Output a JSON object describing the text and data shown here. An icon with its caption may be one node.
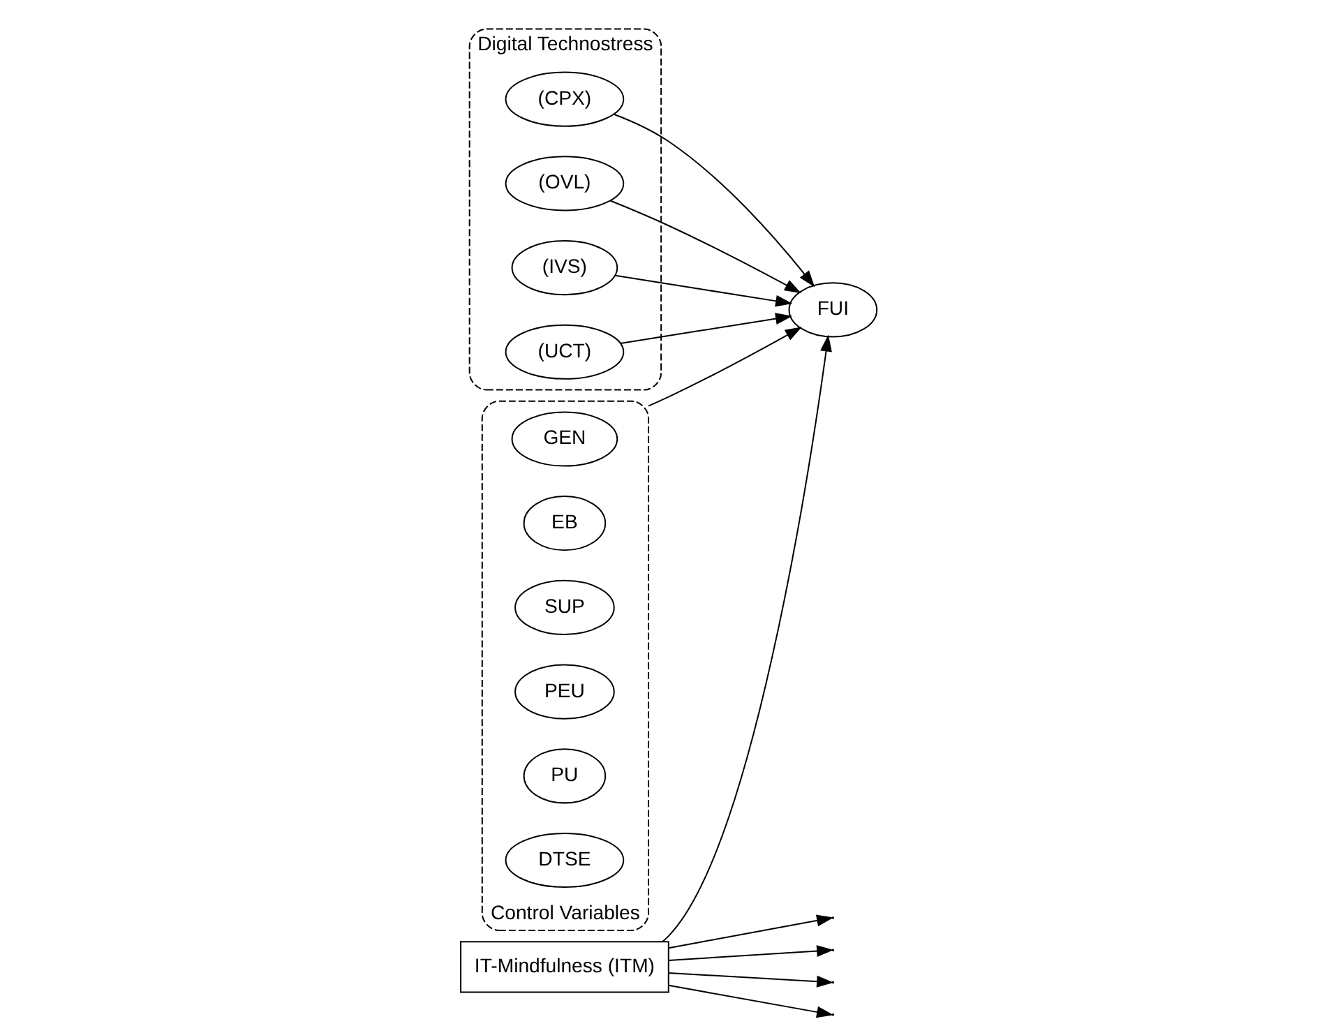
{
  "diagram": {
    "nodes": [
      {
        "text": [
          "IT-Mindfulness (ITM)"
        ]
      },
      {
        "text": [
          "Digital Technostress"
        ]
      },
      {
        "text": [
          "(CPX)"
        ],
        "in": 1
      },
      {
        "text": [
          "(OVL)"
        ],
        "in": 1
      },
      {
        "text": [
          "(IVS)"
        ],
        "in": 1
      },
      {
        "text": [
          "(UCT)"
        ],
        "in": 1
      },
      {
        "text": [
          "FUI"
        ]
      },
      {
        "text": [
          "Control Variables"
        ]
      },
      {
        "text": [
          "GEN"
        ],
        "in": 7
      },
      {
        "text": [
          "EB"
        ],
        "in": 7
      },
      {
        "text": [
          "SUP"
        ],
        "in": 7
      },
      {
        "text": [
          "PEU"
        ],
        "in": 7
      },
      {
        "text": [
          "PU"
        ],
        "in": 7
      },
      {
        "text": [
          "DTSE"
        ],
        "in": 7
      }
    ],
    "edges": [
      {
        "from": 2,
        "to": 6,
        "arrow": "to"
      },
      {
        "from": 3,
        "to": 6,
        "arrow": "to"
      },
      {
        "from": 4,
        "to": 6,
        "arrow": "to"
      },
      {
        "from": 5,
        "to": 6,
        "arrow": "to"
      },
      {
        "from": 0,
        "to": 6,
        "arrow": "to"
      },
      {
        "from": 0,
        "to": null,
        "arrow": "to"
      },
      {
        "from": 0,
        "to": null,
        "arrow": "to"
      },
      {
        "from": 0,
        "to": null,
        "arrow": "to"
      },
      {
        "from": 0,
        "to": null,
        "arrow": "to"
      },
      {
        "from": 7,
        "to": 6,
        "arrow": "to"
      }
    ]
  }
}
